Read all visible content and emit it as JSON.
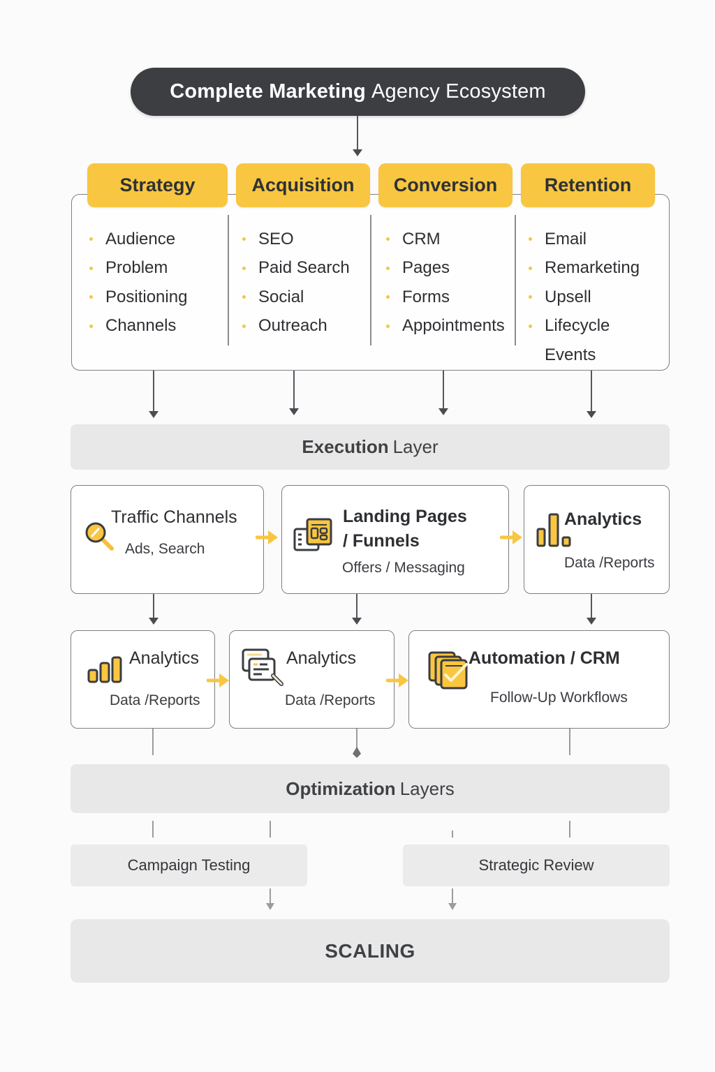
{
  "title": {
    "bold": "Complete Marketing",
    "light": "Agency Ecosystem"
  },
  "colors": {
    "accent": "#f8c640",
    "dark": "#3d3e42",
    "layer_bg": "#e8e8e8",
    "border": "#7d7f84"
  },
  "pillars": [
    {
      "label": "Strategy",
      "items": [
        "Audience",
        "Problem",
        "Positioning",
        "Channels"
      ]
    },
    {
      "label": "Acquisition",
      "items": [
        "SEO",
        "Paid Search",
        "Social",
        "Outreach"
      ]
    },
    {
      "label": "Conversion",
      "items": [
        "CRM",
        "Pages",
        "Forms",
        "Appointments"
      ]
    },
    {
      "label": "Retention",
      "items": [
        "Email",
        "Remarketing",
        "Upsell",
        "Lifecycle"
      ],
      "continuation": "Events"
    }
  ],
  "execution_layer": {
    "bold": "Execution",
    "light": "Layer"
  },
  "execution_cards": [
    {
      "title": "Traffic Channels",
      "subtitle": "Ads, Search",
      "icon": "magnifier-icon"
    },
    {
      "title": "Landing Pages / Funnels",
      "title_line1": "Landing Pages",
      "title_line2": "/ Funnels",
      "subtitle": "Offers / Messaging",
      "icon": "landing-page-icon"
    },
    {
      "title": "Analytics",
      "subtitle": "Data /Reports",
      "icon": "bar-chart-icon"
    }
  ],
  "second_row_cards": [
    {
      "title": "Analytics",
      "subtitle": "Data /Reports",
      "icon": "bar-chart-icon"
    },
    {
      "title": "Analytics",
      "subtitle": "Data /Reports",
      "icon": "document-search-icon"
    },
    {
      "title": "Automation / CRM",
      "subtitle": "Follow-Up Workflows",
      "icon": "checklist-icon"
    }
  ],
  "optimization_layer": {
    "bold": "Optimization",
    "light": "Layers"
  },
  "sub_layers": [
    "Campaign Testing",
    "Strategic Review"
  ],
  "scaling": "SCALING"
}
